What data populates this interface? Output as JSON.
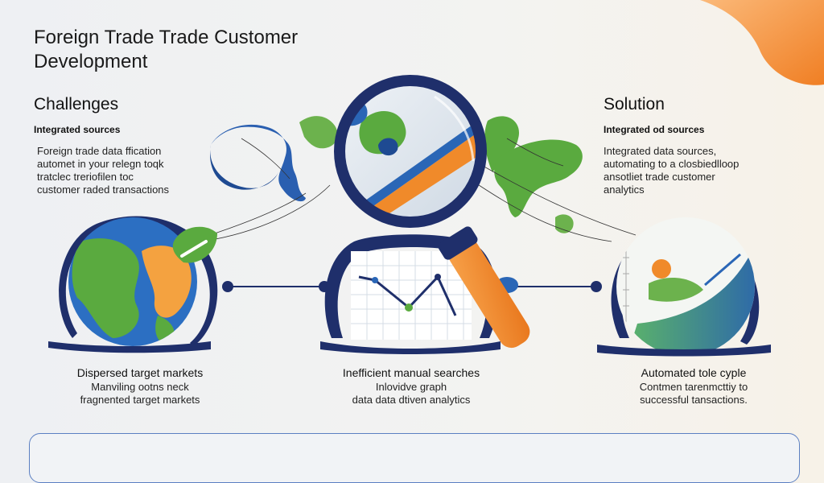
{
  "title": "Foreign Trade Trade Customer Development",
  "left_panel": {
    "heading": "Challenges",
    "subheading": "Integrated sources",
    "body": "Foreign trade data ffication\nautomet in your relegn toqk\ntratclec treriofilen toc\ncustomer raded transactions"
  },
  "right_panel": {
    "heading": "Solution",
    "subheading": "Integrated od sources",
    "body": "Integrated data sources,\nautomating to a closbiedlloop\nansotliet trade customer\nanalytics"
  },
  "stages": [
    {
      "title": "Dispersed target markets",
      "body": "Manviling ootns neck\nfragnented target markets",
      "icon": "globe-icon"
    },
    {
      "title": "Inefficient manual searches",
      "body": "Inlovidve graph\ndata data dtiven analytics",
      "icon": "line-chart-icon"
    },
    {
      "title": "Automated tole cyple",
      "body": "Contmen tarenmcttiy to\nsuccessful tansactions.",
      "icon": "growth-curve-icon"
    }
  ],
  "colors": {
    "navy": "#1f2f6b",
    "blue": "#2a66b6",
    "green": "#5aaa3f",
    "orange": "#f08a2a"
  },
  "icons": [
    "world-map-icon",
    "magnifying-glass-icon",
    "globe-icon",
    "line-chart-icon",
    "growth-curve-icon"
  ]
}
